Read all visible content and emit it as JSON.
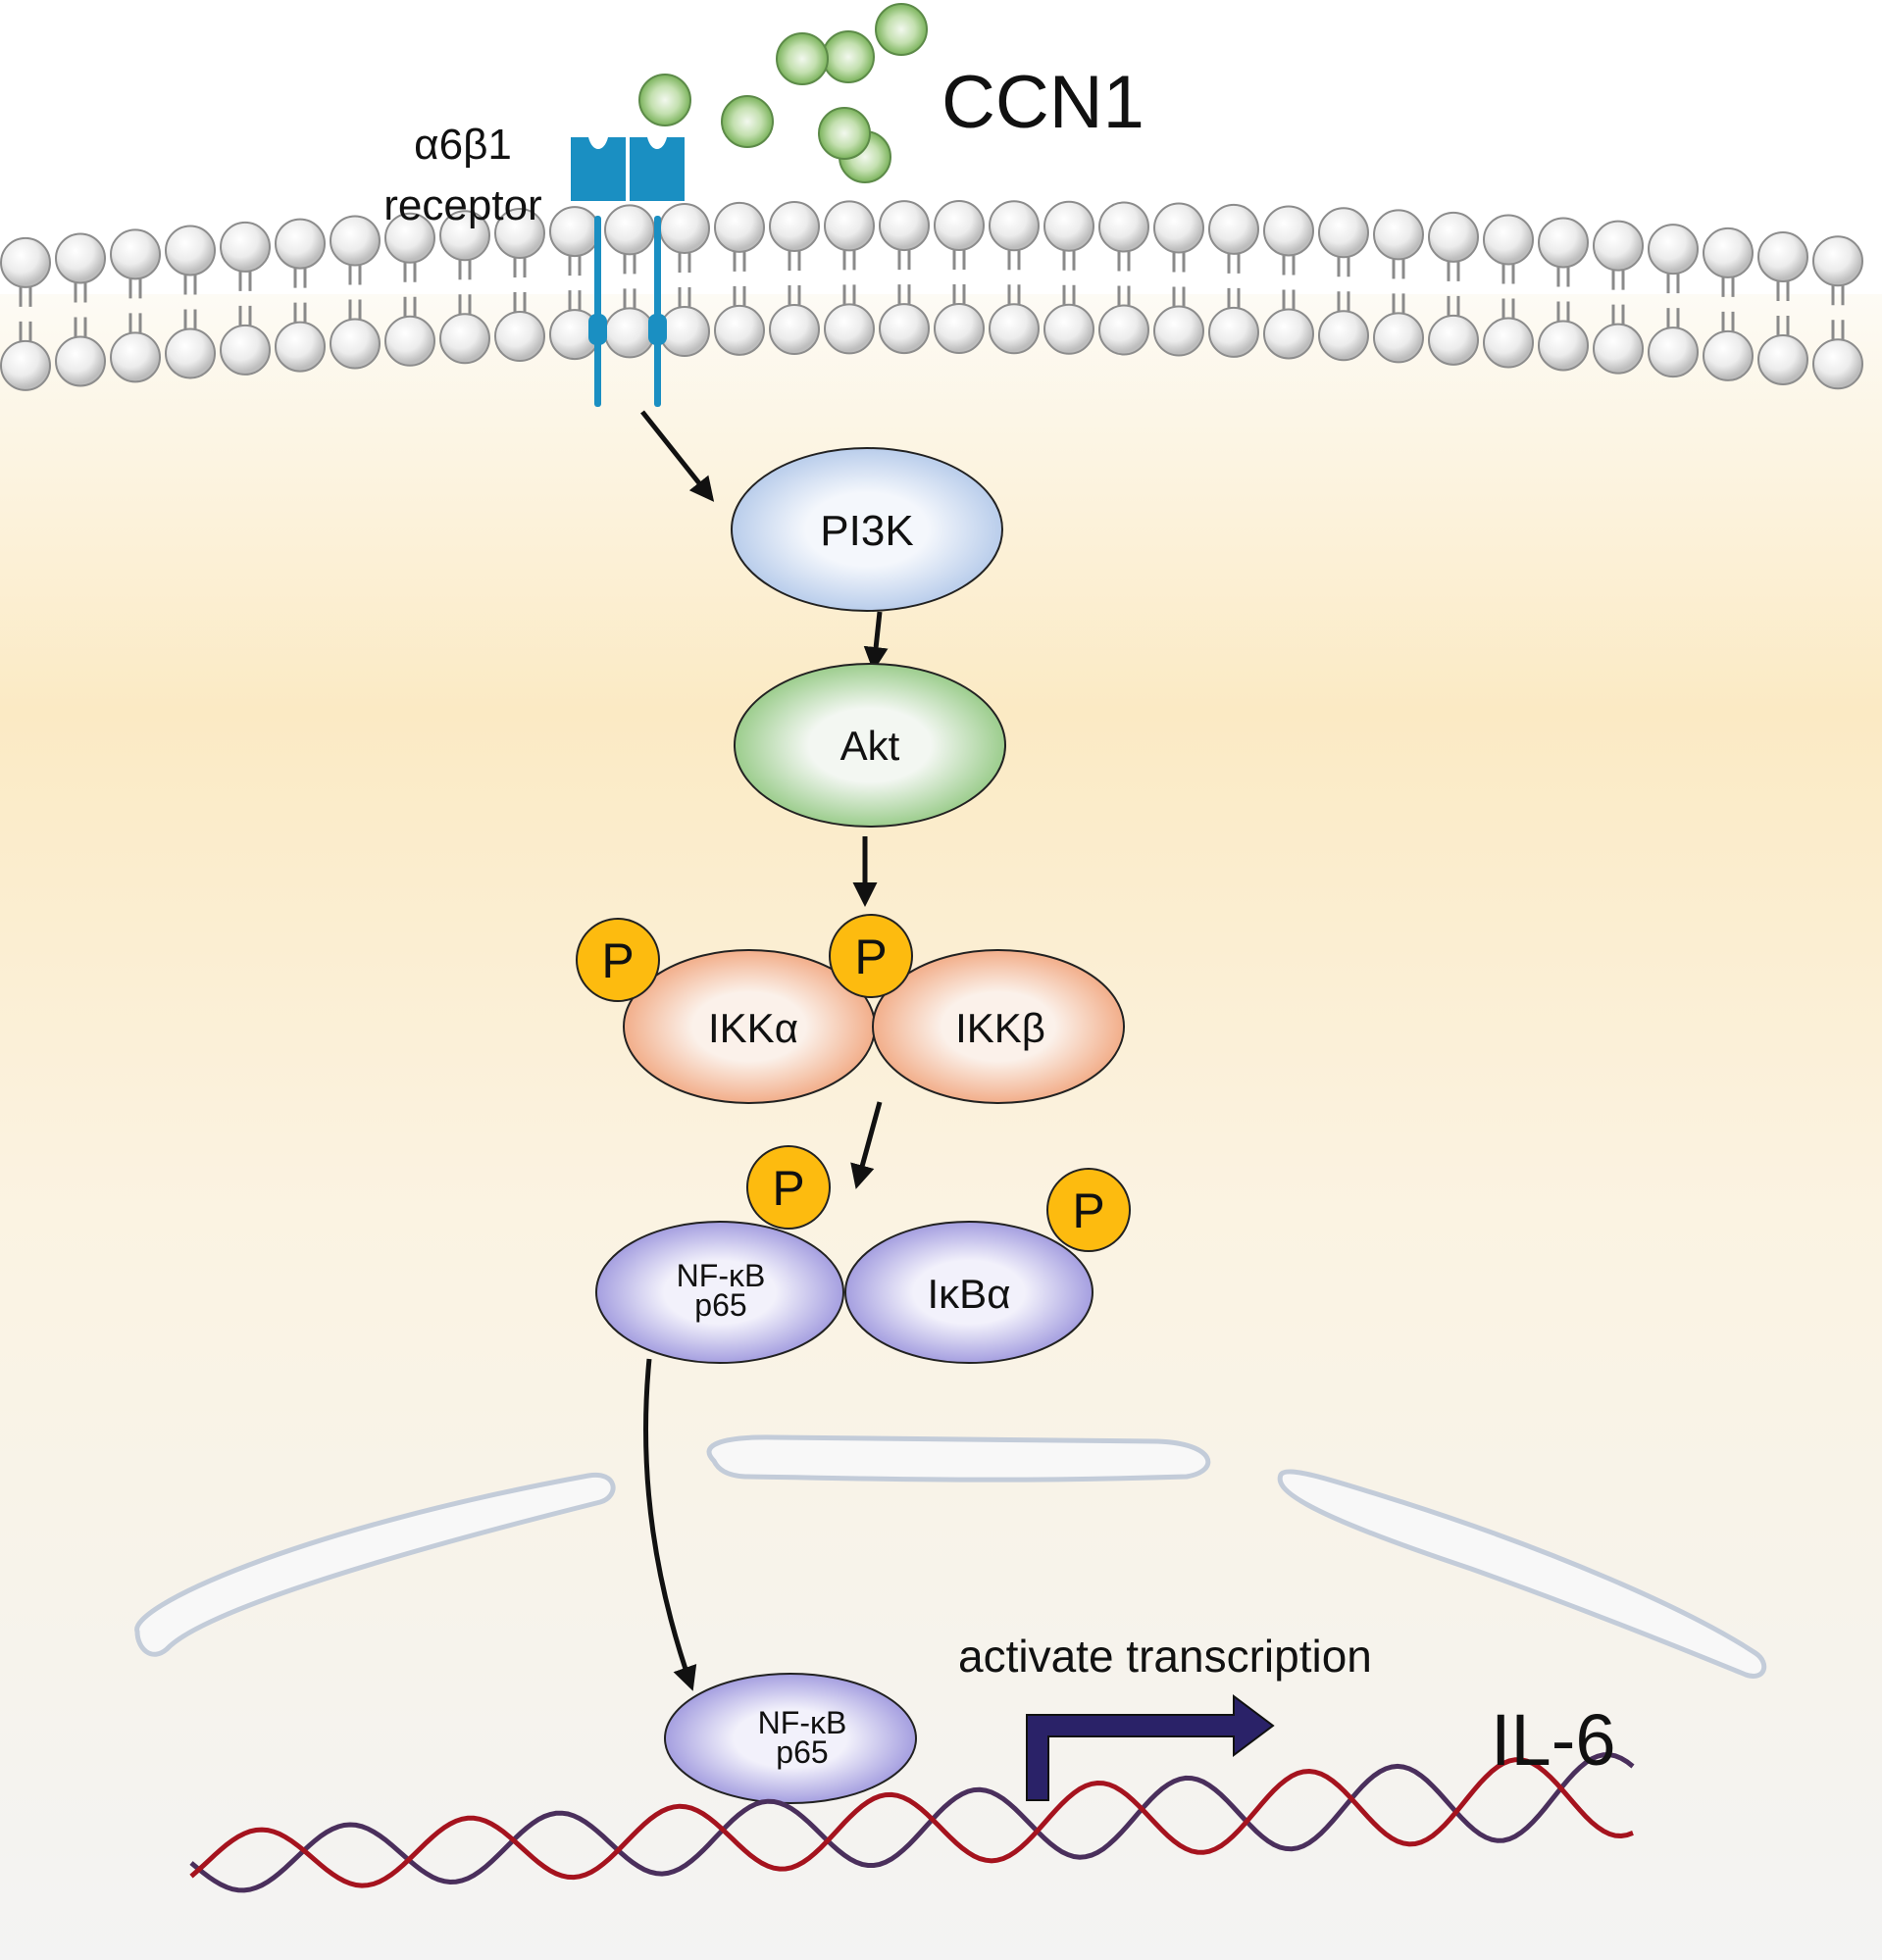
{
  "labels": {
    "ligand": "CCN1",
    "receptor_line1": "α6β1",
    "receptor_line2": "receptor",
    "pi3k": "PI3K",
    "akt": "Akt",
    "ikk_alpha": "IKKα",
    "ikk_beta": "IKKβ",
    "nfkb_line1": "NF-κB",
    "nfkb_line2": "p65",
    "ikba": "IκBα",
    "phospho": "P",
    "transcription": "activate transcription",
    "gene": "IL-6"
  },
  "colors": {
    "ccn1": "#8cc070",
    "receptor": "#1a8fc2",
    "lipid_head": "#e6e6e6",
    "cytoplasm": "#fbeac4",
    "pi3k": "#c9daf0",
    "akt": "#a8d29a",
    "ikk": "#f3b898",
    "nfkb": "#b7b2e6",
    "phospho": "#fdbb0f",
    "dna_red": "#a5131e",
    "dna_purple": "#4a2f5c",
    "tss_arrow": "#2a2268",
    "er": "#c9d2df"
  },
  "icons": {
    "ligand": "circle",
    "phospho": "circle-with-letter",
    "transcription_start": "bent-arrow"
  }
}
